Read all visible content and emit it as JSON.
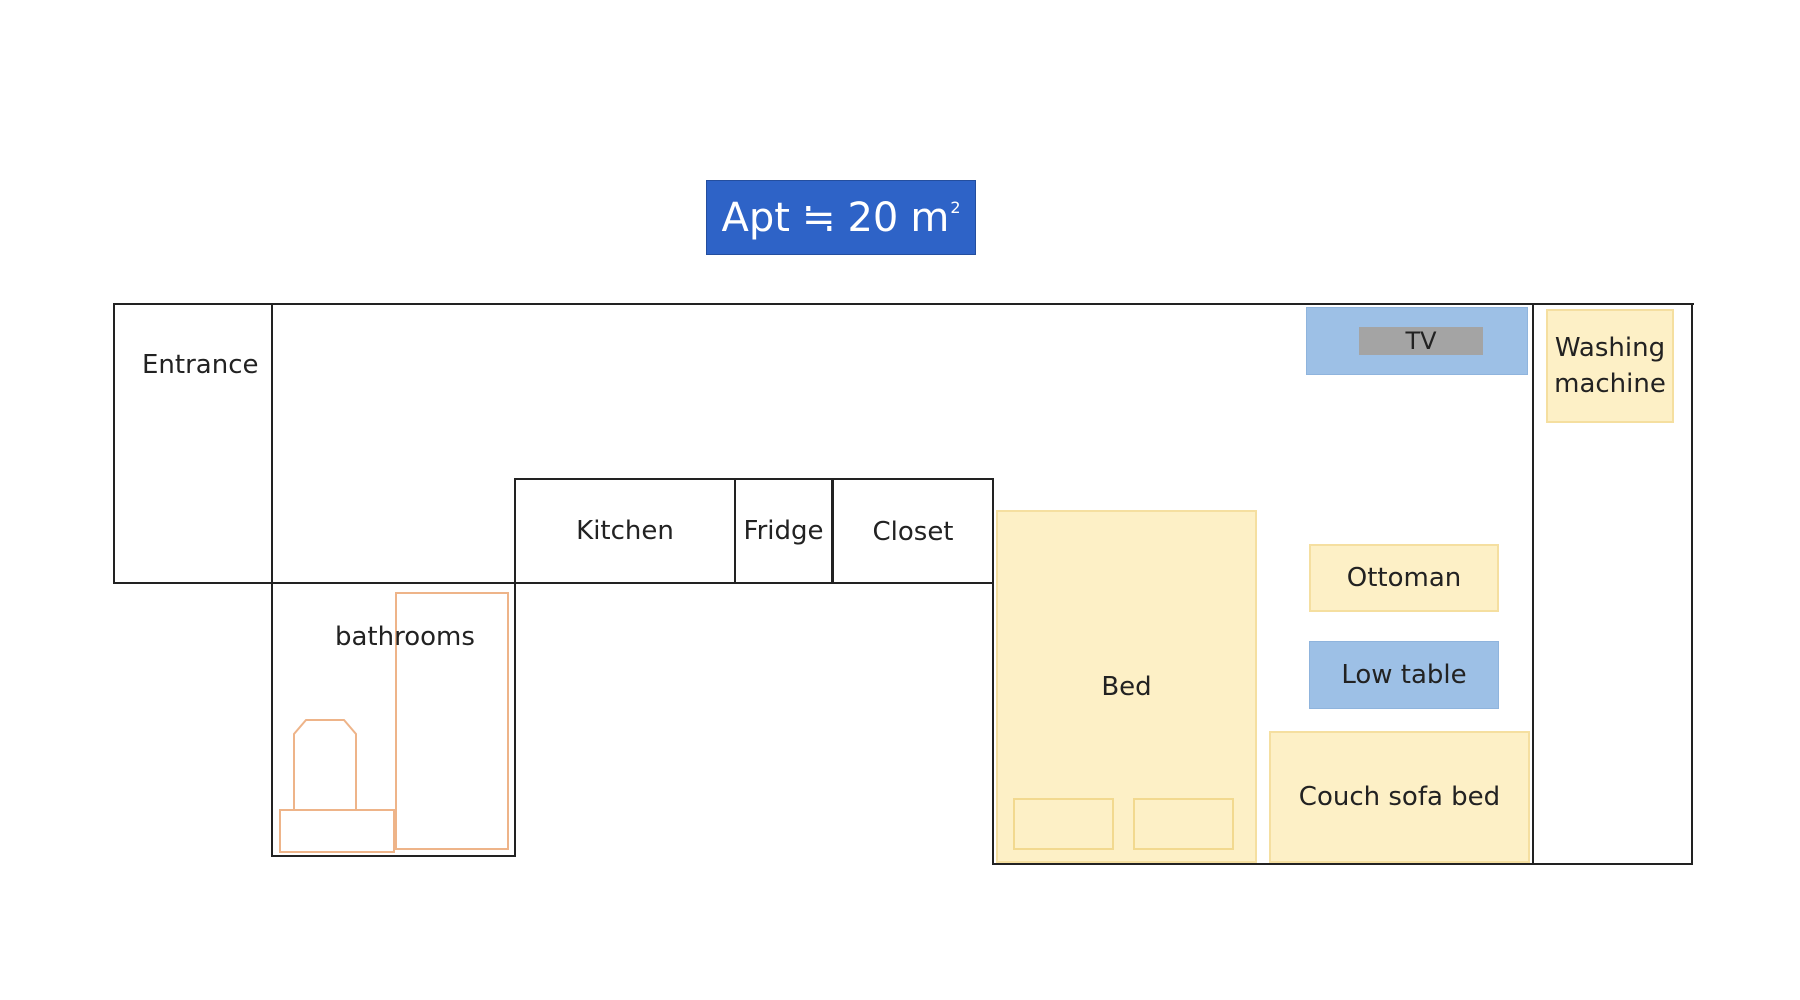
{
  "title": {
    "prefix": "Apt",
    "symbol": "≒",
    "value": "20",
    "unit": "m",
    "unit_sup": "2"
  },
  "rooms": {
    "entrance": "Entrance",
    "kitchen": "Kitchen",
    "fridge": "Fridge",
    "closet": "Closet",
    "bathrooms": "bathrooms"
  },
  "furniture": {
    "tv": "TV",
    "washing_machine": [
      "Washing",
      "machine"
    ],
    "ottoman": "Ottoman",
    "low_table": "Low table",
    "bed": "Bed",
    "couch": "Couch sofa bed"
  },
  "colors": {
    "title_bg": "#2e63c7",
    "furniture_yellow": "#fdf0c6",
    "furniture_blue": "#9dc0e6",
    "tv_screen": "#a4a4a4",
    "bathroom_fixture": "#eeb489"
  }
}
